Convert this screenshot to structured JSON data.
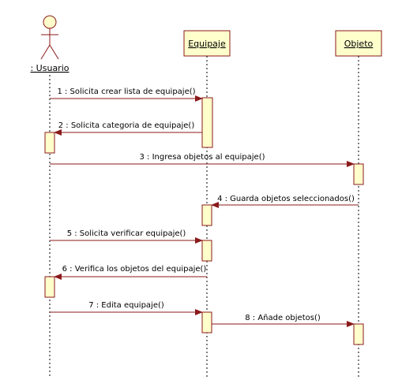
{
  "diagram": {
    "type": "sequence",
    "actor": {
      "label": ": Usuario"
    },
    "objects": [
      {
        "id": "equipaje",
        "label": "Equipaje"
      },
      {
        "id": "objeto",
        "label": "Objeto"
      }
    ],
    "messages": [
      {
        "label": "1 : Solicita crear lista de equipaje()",
        "from": "usuario",
        "to": "equipaje"
      },
      {
        "label": "2 : Solicita categoria de equipaje()",
        "from": "equipaje",
        "to": "usuario"
      },
      {
        "label": "3 : Ingresa objetos al equipaje()",
        "from": "usuario",
        "to": "objeto"
      },
      {
        "label": "4 : Guarda objetos seleccionados()",
        "from": "objeto",
        "to": "equipaje"
      },
      {
        "label": "5 : Solicita verificar equipaje()",
        "from": "usuario",
        "to": "equipaje"
      },
      {
        "label": "6 : Verifica los objetos del equipaje()",
        "from": "equipaje",
        "to": "usuario"
      },
      {
        "label": "7 : Edita equipaje()",
        "from": "usuario",
        "to": "equipaje"
      },
      {
        "label": "8 : Añade objetos()",
        "from": "equipaje",
        "to": "objeto"
      }
    ],
    "colors": {
      "line": "#8b1a1a",
      "fill": "#ffffcc",
      "text": "#000000"
    }
  }
}
